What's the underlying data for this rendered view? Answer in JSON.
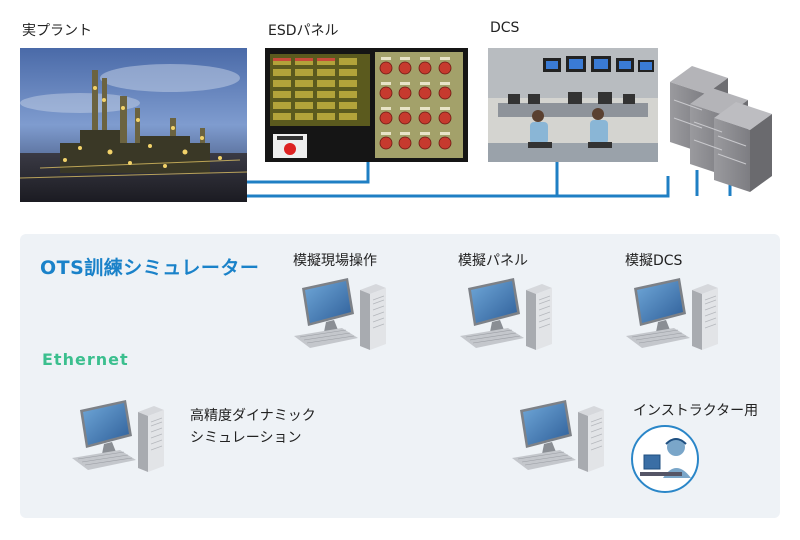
{
  "top": {
    "plant_label": "実プラント",
    "esd_label": "ESDパネル",
    "dcs_label": "DCS"
  },
  "ots": {
    "title": "OTS訓練シミュレーター",
    "ethernet_label": "Ethernet",
    "stations": {
      "sim_operation": "模擬現場操作",
      "sim_panel": "模擬パネル",
      "sim_dcs": "模擬DCS",
      "dynamic_sim_line1": "高精度ダイナミック",
      "dynamic_sim_line2": "シミュレーション",
      "instructor": "インストラクター用"
    }
  },
  "colors": {
    "network_blue": "#1f7fc4",
    "ethernet_green": "#3bbf8e",
    "title_blue": "#1a82c9",
    "panel_bg": "#eef2f6"
  }
}
